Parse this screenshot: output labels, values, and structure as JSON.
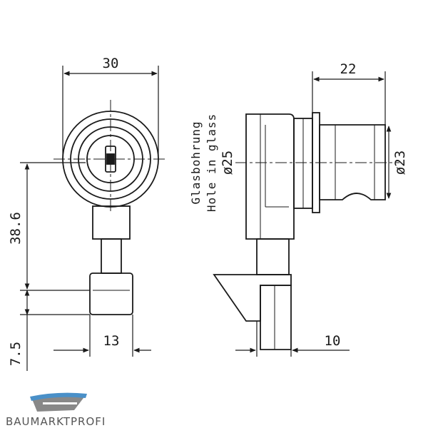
{
  "dimensions": {
    "width_30": "30",
    "width_22": "22",
    "height_38_6": "38.6",
    "height_7_5": "7.5",
    "width_13": "13",
    "width_10": "10",
    "dia_25": "ø25",
    "dia_23": "ø23"
  },
  "notes": {
    "hole_de": "Glasbohrung",
    "hole_en": "Hole in glass"
  },
  "brand": {
    "name": "BAUMARKTPROFI",
    "colors": {
      "primary": "#4a90c8",
      "secondary": "#888888"
    }
  }
}
